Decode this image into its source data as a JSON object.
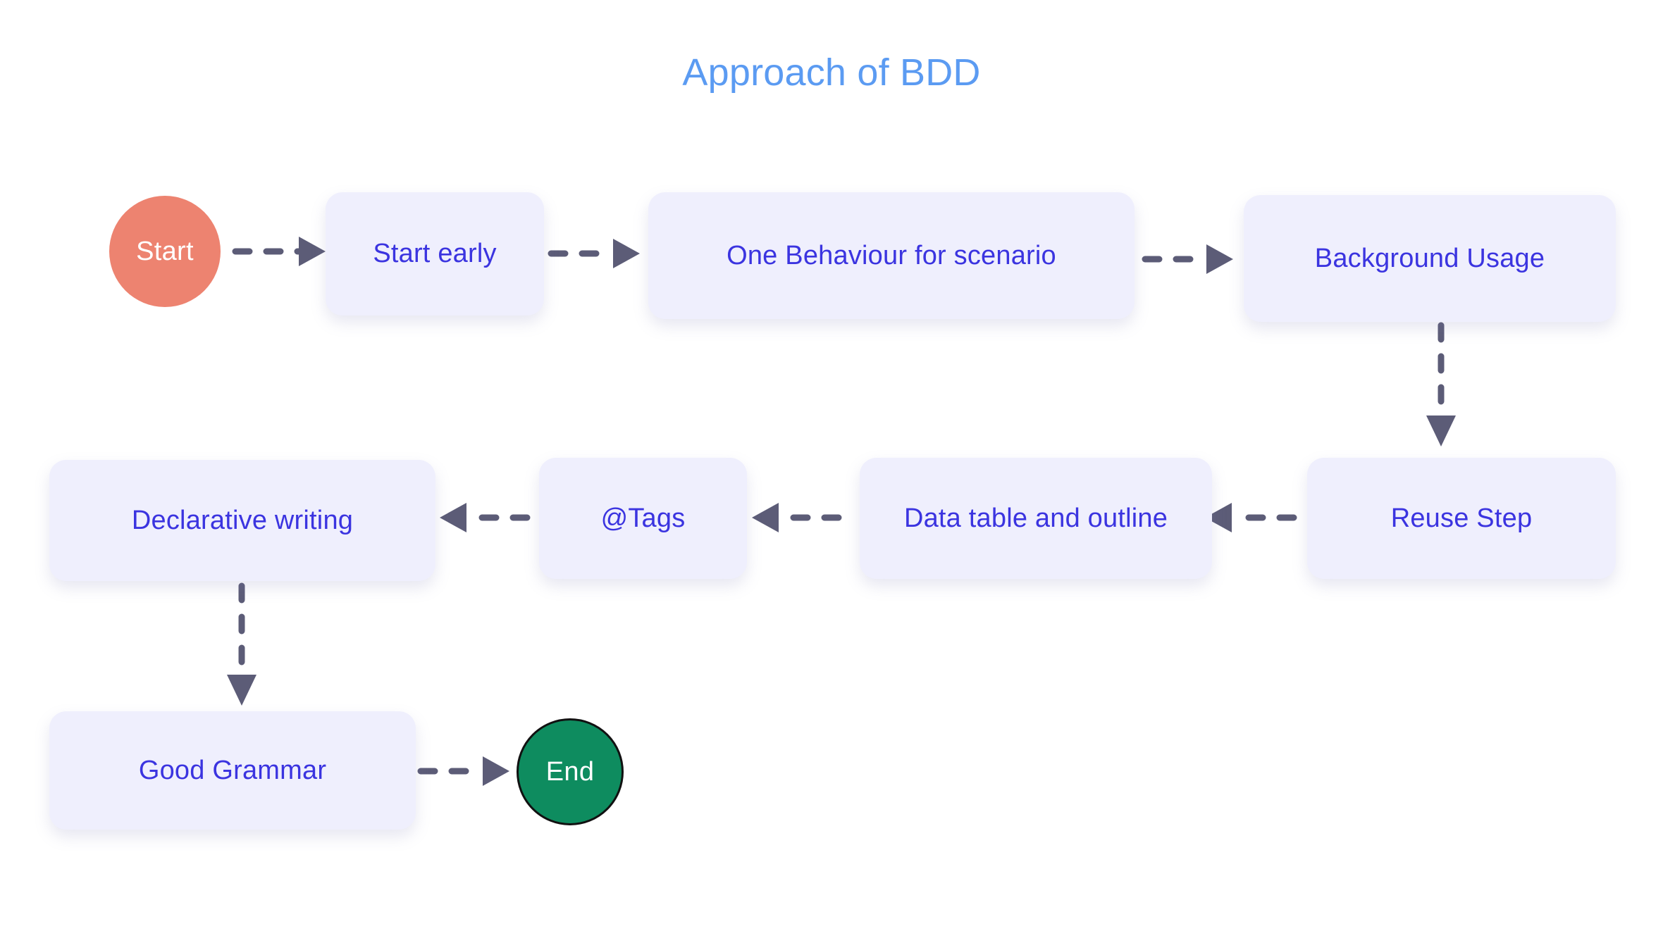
{
  "title": "Approach of BDD",
  "colors": {
    "title": "#5B9BF2",
    "node_bg": "#EFEFFD",
    "node_text": "#3B34E0",
    "start_fill": "#ED8370",
    "end_fill": "#0E8C5F",
    "end_border": "#111111",
    "connector": "#5C5C77",
    "canvas_bg": "#FFFFFF"
  },
  "nodes": {
    "start": {
      "label": "Start",
      "shape": "circle"
    },
    "start_early": {
      "label": "Start early",
      "shape": "rounded-rect"
    },
    "one_behaviour": {
      "label": "One Behaviour for scenario",
      "shape": "rounded-rect"
    },
    "background_usage": {
      "label": "Background Usage",
      "shape": "rounded-rect"
    },
    "reuse_step": {
      "label": "Reuse Step",
      "shape": "rounded-rect"
    },
    "data_table": {
      "label": "Data table and outline",
      "shape": "rounded-rect"
    },
    "tags": {
      "label": "@Tags",
      "shape": "rounded-rect"
    },
    "declarative_writing": {
      "label": "Declarative writing",
      "shape": "rounded-rect"
    },
    "good_grammar": {
      "label": "Good Grammar",
      "shape": "rounded-rect"
    },
    "end": {
      "label": "End",
      "shape": "circle"
    }
  },
  "flow_order": [
    "Start",
    "Start early",
    "One Behaviour for scenario",
    "Background Usage",
    "Reuse Step",
    "Data table and outline",
    "@Tags",
    "Declarative writing",
    "Good Grammar",
    "End"
  ],
  "connectors": [
    {
      "name": "start-to-start-early",
      "from": "Start",
      "to": "Start early",
      "direction": "right",
      "style": "dashed"
    },
    {
      "name": "start-early-to-one-behaviour",
      "from": "Start early",
      "to": "One Behaviour for scenario",
      "direction": "right",
      "style": "dashed"
    },
    {
      "name": "one-behaviour-to-background-usage",
      "from": "One Behaviour for scenario",
      "to": "Background Usage",
      "direction": "right",
      "style": "dashed"
    },
    {
      "name": "background-usage-to-reuse-step",
      "from": "Background Usage",
      "to": "Reuse Step",
      "direction": "down",
      "style": "dashed"
    },
    {
      "name": "reuse-step-to-data-table",
      "from": "Reuse Step",
      "to": "Data table and outline",
      "direction": "left",
      "style": "dashed"
    },
    {
      "name": "data-table-to-tags",
      "from": "Data table and outline",
      "to": "@Tags",
      "direction": "left",
      "style": "dashed"
    },
    {
      "name": "tags-to-declarative-writing",
      "from": "@Tags",
      "to": "Declarative writing",
      "direction": "left",
      "style": "dashed"
    },
    {
      "name": "declarative-writing-to-good-grammar",
      "from": "Declarative writing",
      "to": "Good Grammar",
      "direction": "down",
      "style": "dashed"
    },
    {
      "name": "good-grammar-to-end",
      "from": "Good Grammar",
      "to": "End",
      "direction": "right",
      "style": "dashed"
    }
  ]
}
